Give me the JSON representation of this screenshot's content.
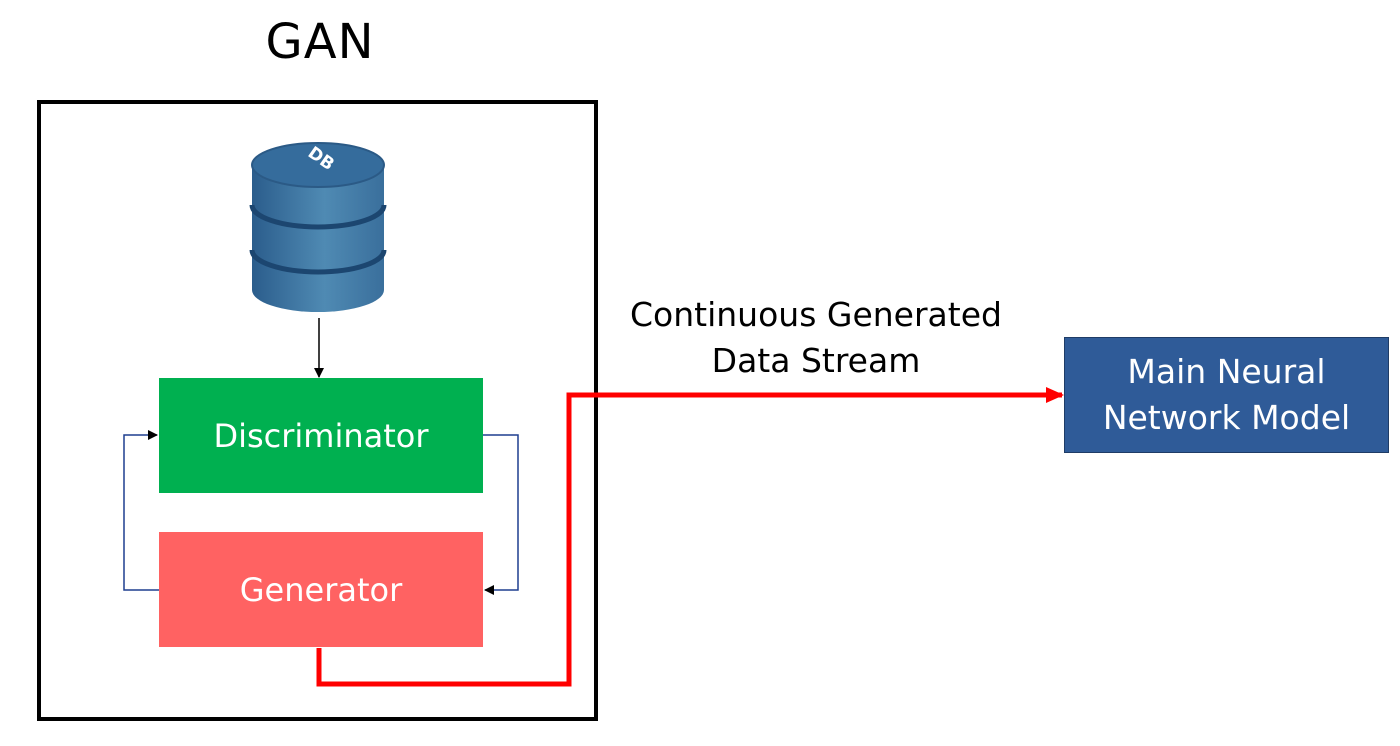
{
  "title": "GAN",
  "database": {
    "label": "DB"
  },
  "nodes": {
    "discriminator": "Discriminator",
    "generator": "Generator",
    "main_model_line1": "Main Neural",
    "main_model_line2": "Network Model"
  },
  "stream": {
    "line1": "Continuous Generated",
    "line2": "Data Stream"
  },
  "colors": {
    "discriminator": "#00b050",
    "generator": "#ff6262",
    "main_model": "#2f5b98",
    "stream_arrow": "#ff0000",
    "feedback_arrows": "#1f3f8f",
    "database": "#3f7aa6"
  }
}
